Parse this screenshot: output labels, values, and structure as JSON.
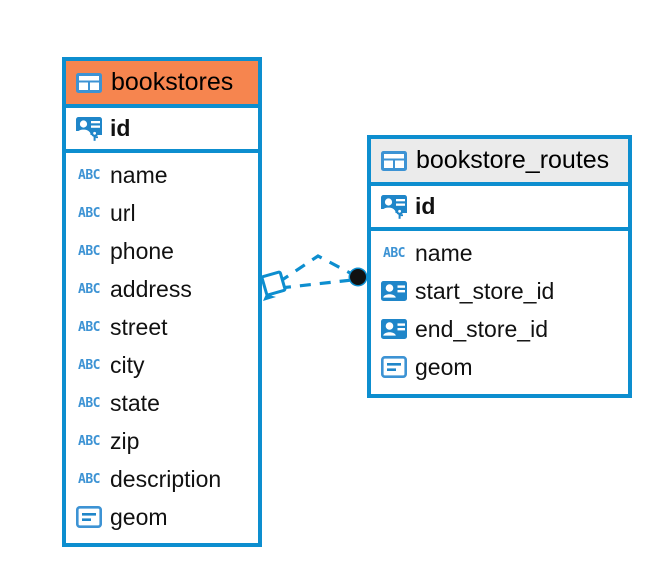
{
  "diagram": {
    "type": "entity-relationship-diagram",
    "background": "#ffffff",
    "accent_color": "#0d8ecf",
    "header_orange": "#f6854f",
    "header_grey": "#ebebeb",
    "icon_blue": "#3d93d4"
  },
  "entities": [
    {
      "id": "bookstores",
      "name": "bookstores",
      "header_style": "orange",
      "primary_key": {
        "name": "id",
        "icon": "primary-key-icon"
      },
      "fields": [
        {
          "name": "name",
          "icon": "abc-icon",
          "icon_text": "ABC"
        },
        {
          "name": "url",
          "icon": "abc-icon",
          "icon_text": "ABC"
        },
        {
          "name": "phone",
          "icon": "abc-icon",
          "icon_text": "ABC"
        },
        {
          "name": "address",
          "icon": "abc-icon",
          "icon_text": "ABC"
        },
        {
          "name": "street",
          "icon": "abc-icon",
          "icon_text": "ABC"
        },
        {
          "name": "city",
          "icon": "abc-icon",
          "icon_text": "ABC"
        },
        {
          "name": "state",
          "icon": "abc-icon",
          "icon_text": "ABC"
        },
        {
          "name": "zip",
          "icon": "abc-icon",
          "icon_text": "ABC"
        },
        {
          "name": "description",
          "icon": "abc-icon",
          "icon_text": "ABC"
        },
        {
          "name": "geom",
          "icon": "geometry-icon"
        }
      ]
    },
    {
      "id": "bookstore_routes",
      "name": "bookstore_routes",
      "header_style": "grey",
      "primary_key": {
        "name": "id",
        "icon": "primary-key-icon"
      },
      "fields": [
        {
          "name": "name",
          "icon": "abc-icon",
          "icon_text": "ABC"
        },
        {
          "name": "start_store_id",
          "icon": "foreign-key-icon"
        },
        {
          "name": "end_store_id",
          "icon": "foreign-key-icon"
        },
        {
          "name": "geom",
          "icon": "geometry-icon"
        }
      ]
    }
  ],
  "relationship": {
    "from": "bookstores",
    "to": "bookstore_routes",
    "line_style": "dashed",
    "color": "#0d8ecf",
    "source_marker": "diamond-marker",
    "target_marker": "filled-dot-marker",
    "branches": 2
  }
}
